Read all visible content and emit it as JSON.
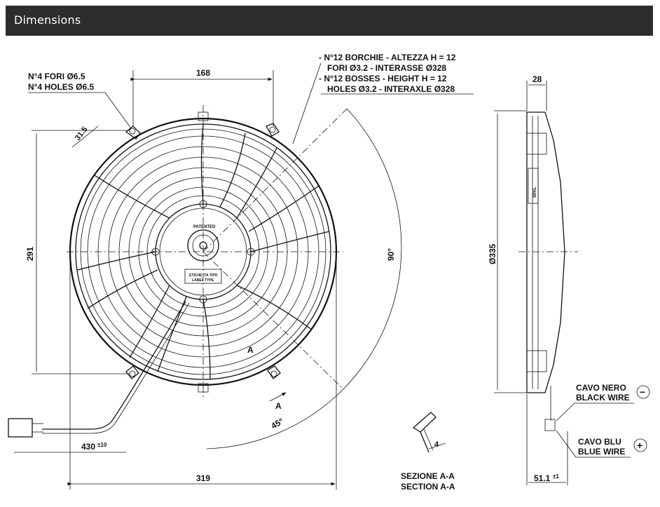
{
  "header": {
    "title": "Dimensions"
  },
  "labels": {
    "holes_it": "N°4 FORI Ø6.5",
    "holes_en": "N°4 HOLES Ø6.5",
    "bosses_it_1": "- N°12 BORCHIE - ALTEZZA H = 12",
    "bosses_it_2": "FORI Ø3.2 - INTERASSE Ø328",
    "bosses_en_1": "- N°12 BOSSES - HEIGHT H = 12",
    "bosses_en_2": "HOLES Ø3.2 - INTERAXLE Ø328",
    "dim_168": "168",
    "dim_31_5": "31.5",
    "dim_291": "291",
    "dim_90deg": "90°",
    "dim_45deg": "45°",
    "dim_430": "430",
    "dim_430_tol": "±10",
    "dim_319": "319",
    "dim_28": "28",
    "dim_335": "Ø335",
    "dim_51_1": "51.1",
    "dim_51_1_tol": "±1",
    "dim_4": "4",
    "section_marker": "A",
    "section_it": "SEZIONE A-A",
    "section_en": "SECTION A-A",
    "patented": "PATENTED",
    "label_type_it": "ETICHETTA TIPO",
    "label_type_en": "LABEL TYPE",
    "black_wire_it": "CAVO NERO",
    "black_wire_en": "BLACK WIRE",
    "blue_wire_it": "CAVO BLU",
    "blue_wire_en": "BLUE WIRE",
    "minus_symbol": "−",
    "plus_symbol": "+",
    "brand": "SPAL"
  }
}
